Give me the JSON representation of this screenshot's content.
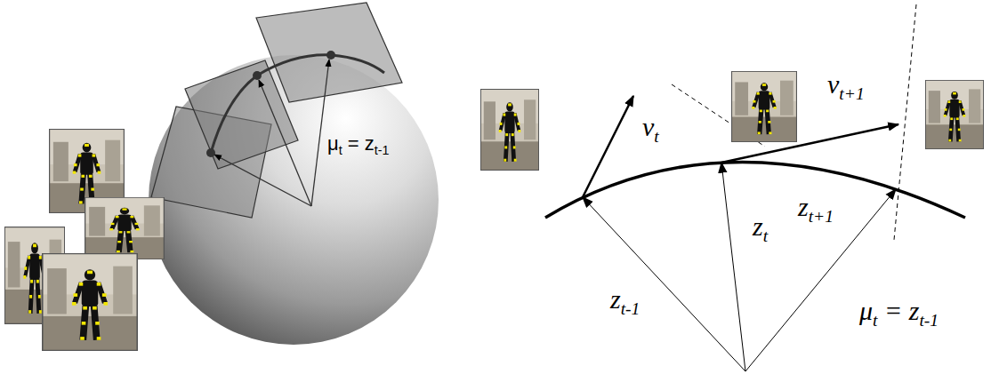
{
  "diagram": {
    "labels": [
      "μt = zt-1",
      "vt",
      "vt+1",
      "zt",
      "zt+1",
      "zt-1",
      "μt = zt-1"
    ]
  }
}
